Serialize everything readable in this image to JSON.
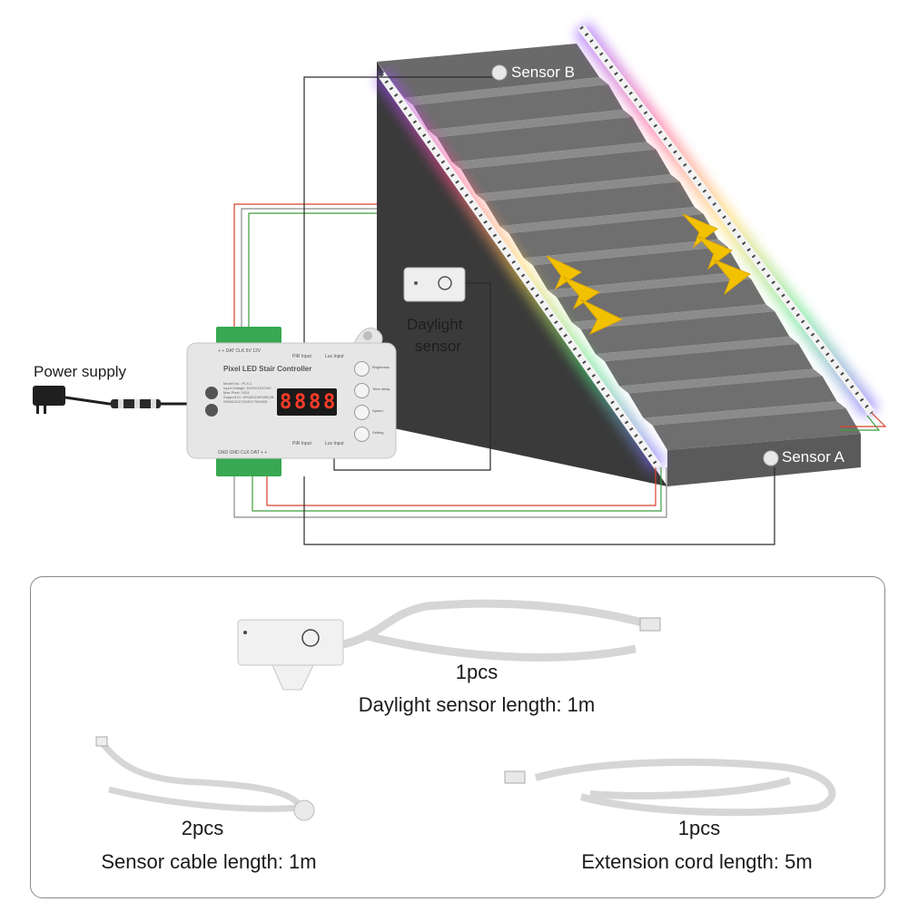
{
  "stair_labels": {
    "sensor_b": "Sensor B",
    "sensor_a": "Sensor A"
  },
  "labels": {
    "power_supply": "Power supply",
    "daylight_sensor_line1": "Daylight",
    "daylight_sensor_line2": "sensor"
  },
  "controller": {
    "title": "Pixel LED Stair Controller",
    "display": [
      "8",
      "8",
      "8",
      "8"
    ],
    "top_terminals": "+ + DAT CLK 5V 12V",
    "bottom_terminals": "GND GND CLK DAT + +",
    "top_left_port": "PIR Input",
    "top_right_port": "Lux Input",
    "bottom_left_port": "PIR Input",
    "bottom_right_port": "Lux Input",
    "buttons": [
      "Brightness",
      "Time delay",
      "Speed",
      "Setting"
    ],
    "spec_lines": [
      "Model No.: PLX-1",
      "Input Voltage: DC5V/12V/24V",
      "Max Pixel: 1024",
      "Support IC: WS2811/WS2812B",
      "SK6812/UCS1903 TM1903"
    ]
  },
  "package": {
    "daylight": {
      "qty": "1pcs",
      "desc": "Daylight sensor length: 1m"
    },
    "sensor_cable": {
      "qty": "2pcs",
      "desc": "Sensor cable length: 1m"
    },
    "extension": {
      "qty": "1pcs",
      "desc": "Extension cord length: 5m"
    }
  },
  "colors": {
    "stair_dark": "#3f3f3f",
    "stair_tread": "#8b8b8b",
    "arrow": "#f2c200",
    "wire_red": "#d9412b",
    "wire_green": "#3e9e3e",
    "wire_black": "#2a2a2a",
    "controller_body": "#e6e6e6",
    "terminal_green": "#38a852"
  }
}
